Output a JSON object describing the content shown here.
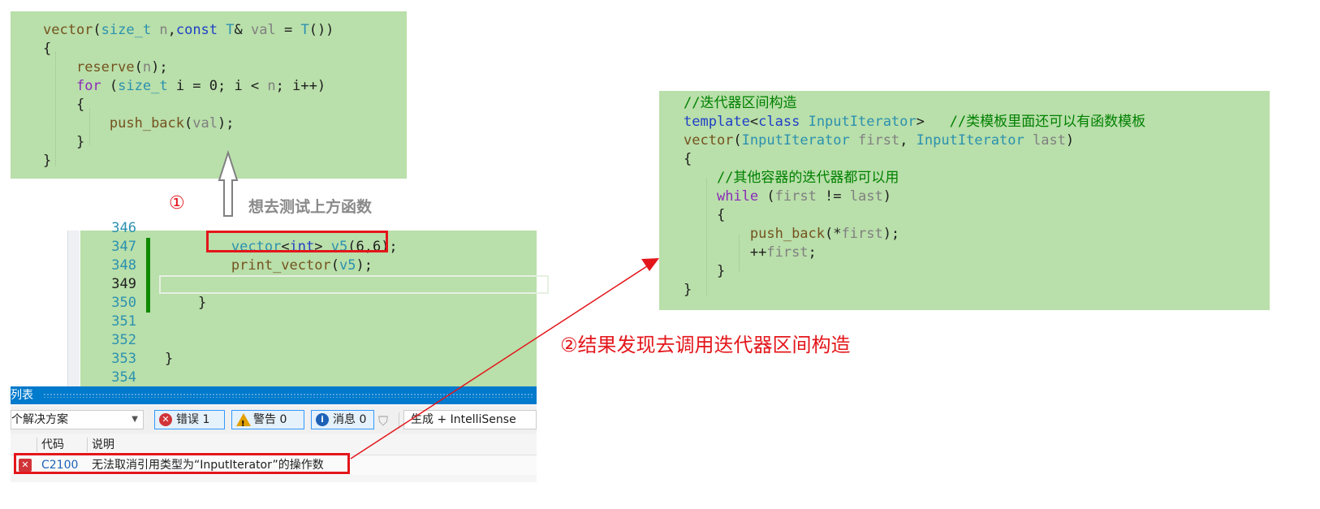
{
  "snippet_top": {
    "lines": [
      [
        {
          "t": "vector",
          "c": "fn"
        },
        {
          "t": "(",
          "c": "tx"
        },
        {
          "t": "size_t",
          "c": "ty"
        },
        {
          "t": " ",
          "c": "tx"
        },
        {
          "t": "n",
          "c": "pm"
        },
        {
          "t": ",",
          "c": "tx"
        },
        {
          "t": "const",
          "c": "kw"
        },
        {
          "t": " ",
          "c": "tx"
        },
        {
          "t": "T",
          "c": "ty"
        },
        {
          "t": "& ",
          "c": "tx"
        },
        {
          "t": "val",
          "c": "pm"
        },
        {
          "t": " = ",
          "c": "tx"
        },
        {
          "t": "T",
          "c": "ty"
        },
        {
          "t": "())",
          "c": "tx"
        }
      ],
      [
        {
          "t": "{",
          "c": "tx"
        }
      ],
      [
        {
          "t": "    ",
          "c": "tx"
        },
        {
          "t": "reserve",
          "c": "fn"
        },
        {
          "t": "(",
          "c": "tx"
        },
        {
          "t": "n",
          "c": "pm"
        },
        {
          "t": ");",
          "c": "tx"
        }
      ],
      [
        {
          "t": "    ",
          "c": "tx"
        },
        {
          "t": "for",
          "c": "kw2"
        },
        {
          "t": " (",
          "c": "tx"
        },
        {
          "t": "size_t",
          "c": "ty"
        },
        {
          "t": " i = 0; i < ",
          "c": "tx"
        },
        {
          "t": "n",
          "c": "pm"
        },
        {
          "t": "; i++)",
          "c": "tx"
        }
      ],
      [
        {
          "t": "    {",
          "c": "tx"
        }
      ],
      [
        {
          "t": "        ",
          "c": "tx"
        },
        {
          "t": "push_back",
          "c": "fn"
        },
        {
          "t": "(",
          "c": "tx"
        },
        {
          "t": "val",
          "c": "pm"
        },
        {
          "t": ");",
          "c": "tx"
        }
      ],
      [
        {
          "t": "    }",
          "c": "tx"
        }
      ],
      [
        {
          "t": "}",
          "c": "tx"
        }
      ]
    ]
  },
  "annotation_1": {
    "number": "①",
    "text": "想去测试上方函数"
  },
  "snippet_right": {
    "lines": [
      [
        {
          "t": "//迭代器区间构造",
          "c": "cm"
        }
      ],
      [
        {
          "t": "template",
          "c": "kw"
        },
        {
          "t": "<",
          "c": "tx"
        },
        {
          "t": "class",
          "c": "kw"
        },
        {
          "t": " ",
          "c": "tx"
        },
        {
          "t": "InputIterator",
          "c": "ty"
        },
        {
          "t": ">   ",
          "c": "tx"
        },
        {
          "t": "//类模板里面还可以有函数模板",
          "c": "cm"
        }
      ],
      [
        {
          "t": "vector",
          "c": "fn"
        },
        {
          "t": "(",
          "c": "tx"
        },
        {
          "t": "InputIterator",
          "c": "ty"
        },
        {
          "t": " ",
          "c": "tx"
        },
        {
          "t": "first",
          "c": "pm"
        },
        {
          "t": ", ",
          "c": "tx"
        },
        {
          "t": "InputIterator",
          "c": "ty"
        },
        {
          "t": " ",
          "c": "tx"
        },
        {
          "t": "last",
          "c": "pm"
        },
        {
          "t": ")",
          "c": "tx"
        }
      ],
      [
        {
          "t": "{",
          "c": "tx"
        }
      ],
      [
        {
          "t": "    ",
          "c": "tx"
        },
        {
          "t": "//其他容器的迭代器都可以用",
          "c": "cm"
        }
      ],
      [
        {
          "t": "    ",
          "c": "tx"
        },
        {
          "t": "while",
          "c": "kw2"
        },
        {
          "t": " (",
          "c": "tx"
        },
        {
          "t": "first",
          "c": "pm"
        },
        {
          "t": " != ",
          "c": "tx"
        },
        {
          "t": "last",
          "c": "pm"
        },
        {
          "t": ")",
          "c": "tx"
        }
      ],
      [
        {
          "t": "    {",
          "c": "tx"
        }
      ],
      [
        {
          "t": "        ",
          "c": "tx"
        },
        {
          "t": "push_back",
          "c": "fn"
        },
        {
          "t": "(*",
          "c": "tx"
        },
        {
          "t": "first",
          "c": "pm"
        },
        {
          "t": ");",
          "c": "tx"
        }
      ],
      [
        {
          "t": "        ++",
          "c": "tx"
        },
        {
          "t": "first",
          "c": "pm"
        },
        {
          "t": ";",
          "c": "tx"
        }
      ],
      [
        {
          "t": "    }",
          "c": "tx"
        }
      ],
      [
        {
          "t": "}",
          "c": "tx"
        }
      ]
    ]
  },
  "annotation_2": {
    "text": "②结果发现去调用迭代器区间构造"
  },
  "editor": {
    "line_numbers": [
      "346",
      "347",
      "348",
      "349",
      "350",
      "351",
      "352",
      "353",
      "354"
    ],
    "current_line": "349",
    "code_lines": [
      [],
      [
        {
          "t": "        ",
          "c": "tx"
        },
        {
          "t": "vector",
          "c": "ty"
        },
        {
          "t": "<",
          "c": "tx"
        },
        {
          "t": "int",
          "c": "kw"
        },
        {
          "t": "> ",
          "c": "tx"
        },
        {
          "t": "v5",
          "c": "ty"
        },
        {
          "t": "(6,6);",
          "c": "tx"
        }
      ],
      [
        {
          "t": "        ",
          "c": "tx"
        },
        {
          "t": "print_vector",
          "c": "fn"
        },
        {
          "t": "(",
          "c": "tx"
        },
        {
          "t": "v5",
          "c": "ty"
        },
        {
          "t": ");",
          "c": "tx"
        }
      ],
      [],
      [
        {
          "t": "    }",
          "c": "tx"
        }
      ],
      [],
      [],
      [
        {
          "t": "}",
          "c": "tx"
        }
      ],
      []
    ]
  },
  "error_list": {
    "title": "列表",
    "scope": "个解决方案",
    "errors_label": "错误 1",
    "warnings_label": "警告 0",
    "messages_label": "消息 0",
    "build_filter": "生成 + IntelliSense",
    "col_code": "代码",
    "col_desc": "说明",
    "row": {
      "code": "C2100",
      "description": "无法取消引用类型为“InputIterator”的操作数"
    }
  },
  "colors": {
    "highlight": "#e3161b",
    "code_bg": "#b9dfaa",
    "titlebar": "#007acc"
  }
}
